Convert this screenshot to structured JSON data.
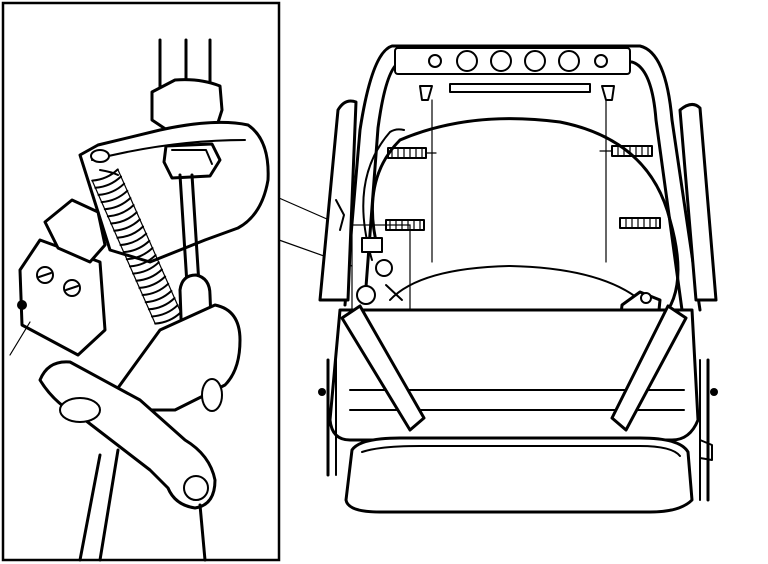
{
  "figure": {
    "kind": "technical line drawing",
    "panels": [
      "detail-inset",
      "seat-assembly"
    ],
    "colors": {
      "ink": "#000000",
      "paper": "#ffffff"
    }
  }
}
